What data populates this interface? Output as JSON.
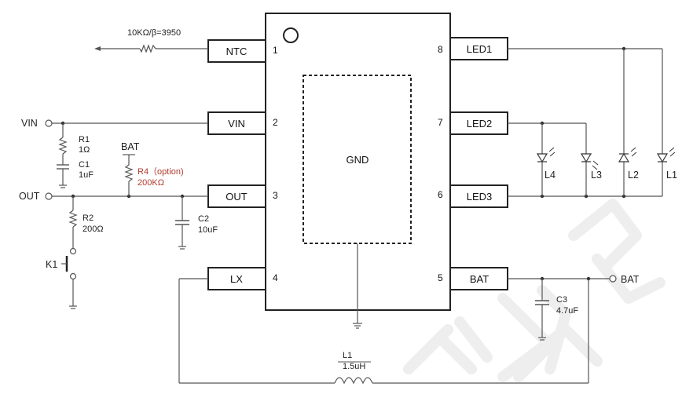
{
  "chip": {
    "gnd_label": "GND",
    "pins": [
      {
        "name": "NTC",
        "num": "1"
      },
      {
        "name": "VIN",
        "num": "2"
      },
      {
        "name": "OUT",
        "num": "3"
      },
      {
        "name": "LX",
        "num": "4"
      },
      {
        "name": "BAT",
        "num": "5"
      },
      {
        "name": "LED3",
        "num": "6"
      },
      {
        "name": "LED2",
        "num": "7"
      },
      {
        "name": "LED1",
        "num": "8"
      }
    ]
  },
  "ntc": {
    "label": "10KΩ/β=3950"
  },
  "terminals": {
    "vin": "VIN",
    "out": "OUT",
    "bat": "BAT"
  },
  "components": {
    "r1": {
      "ref": "R1",
      "value": "1Ω"
    },
    "c1": {
      "ref": "C1",
      "value": "1uF"
    },
    "r4": {
      "supply": "BAT",
      "ref": "R4（option)",
      "value": "200KΩ"
    },
    "r2": {
      "ref": "R2",
      "value": "200Ω"
    },
    "c2": {
      "ref": "C2",
      "value": "10uF"
    },
    "k1": {
      "ref": "K1"
    },
    "c3": {
      "ref": "C3",
      "value": "4.7uF"
    },
    "l1": {
      "ref": "L1",
      "value": "1.5uH"
    }
  },
  "leds": [
    {
      "ref": "L4"
    },
    {
      "ref": "L3"
    },
    {
      "ref": "L2"
    },
    {
      "ref": "L1"
    }
  ],
  "colors": {
    "wire": "#555555",
    "option_text": "#b03a2e",
    "watermark": "#eeeeee"
  }
}
